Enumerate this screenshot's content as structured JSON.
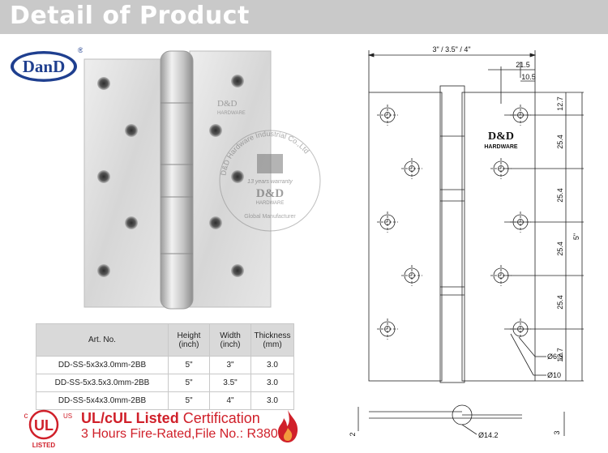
{
  "header": {
    "title": "Detail of Product"
  },
  "brand": {
    "logo_text": "DanD",
    "registered": "®"
  },
  "photo": {
    "stamp_brand": "D&D",
    "stamp_sub": "HARDWARE",
    "watermark_ring_text": "D&D Hardware Industrial Co.,Ltd",
    "watermark_warranty": "13 years warranty",
    "watermark_brand": "D&D",
    "watermark_sub": "HARDWARE",
    "watermark_global": "Global Manufacturer"
  },
  "spec_table": {
    "headers": [
      {
        "line1": "Art. No.",
        "line2": ""
      },
      {
        "line1": "Height",
        "line2": "(inch)"
      },
      {
        "line1": "Width",
        "line2": "(inch)"
      },
      {
        "line1": "Thickness",
        "line2": "(mm)"
      }
    ],
    "rows": [
      [
        "DD-SS-5x3x3.0mm-2BB",
        "5\"",
        "3\"",
        "3.0"
      ],
      [
        "DD-SS-5x3.5x3.0mm-2BB",
        "5\"",
        "3.5\"",
        "3.0"
      ],
      [
        "DD-SS-5x4x3.0mm-2BB",
        "5\"",
        "4\"",
        "3.0"
      ]
    ]
  },
  "certification": {
    "ul_top": "c",
    "ul_mark": "UL",
    "ul_us": "US",
    "ul_bottom": "LISTED",
    "line1_strong": "UL/cUL Listed",
    "line1_rest": " Certification",
    "line2": "3 Hours Fire-Rated,File No.: R38013"
  },
  "drawing": {
    "width_label": "3\" / 3.5\" / 4\"",
    "dim_21_5": "21.5",
    "dim_10_5": "10.5",
    "dim_12_7_top": "12.7",
    "dim_25_4_a": "25.4",
    "dim_25_4_b": "25.4",
    "dim_25_4_c": "25.4",
    "dim_25_4_d": "25.4",
    "dim_12_7_bottom": "12.7",
    "height_label": "5\"",
    "hole_small": "Ø6.5",
    "hole_large": "Ø10",
    "knuckle_dia": "Ø14.2",
    "thickness_left": "2",
    "thickness_right": "3",
    "brand_stamp": "D&D",
    "brand_stamp_sub": "HARDWARE"
  }
}
